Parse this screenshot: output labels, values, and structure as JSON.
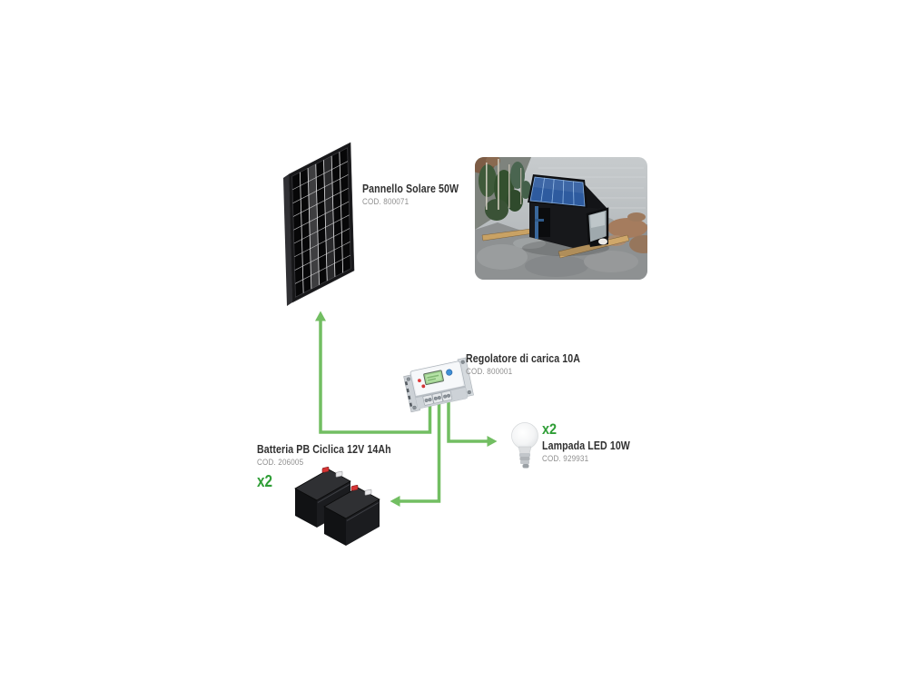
{
  "page": {
    "background": "#FFFFFF"
  },
  "colors": {
    "accent_green": "#2F9E36",
    "arrow_green": "#72BE62",
    "title_text": "#303030",
    "code_text": "#8E8E8E"
  },
  "products": {
    "panel": {
      "title": "Pannello Solare 50W",
      "code": "COD. 800071"
    },
    "regulator": {
      "title": "Regolatore di carica 10A",
      "code": "COD. 800001"
    },
    "lamp": {
      "qty": "x2",
      "title": "Lampada LED 10W",
      "code": "COD. 929931"
    },
    "battery": {
      "title": "Batteria PB Ciclica 12V 14Ah",
      "code": "COD. 206005",
      "qty": "x2"
    }
  }
}
